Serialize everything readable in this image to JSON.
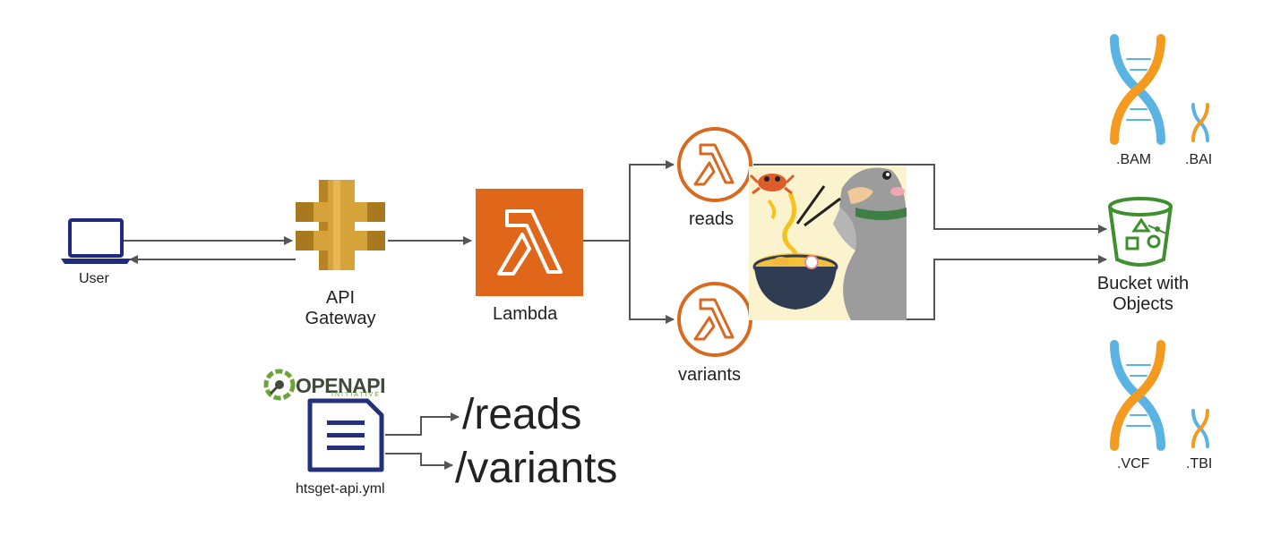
{
  "nodes": {
    "user": "User",
    "api_gateway_line1": "API",
    "api_gateway_line2": "Gateway",
    "lambda": "Lambda",
    "reads": "reads",
    "variants": "variants",
    "bucket_line1": "Bucket with",
    "bucket_line2": "Objects",
    "bam": ".BAM",
    "bai": ".BAI",
    "vcf": ".VCF",
    "tbi": ".TBI",
    "spec_file": "htsget-api.yml",
    "openapi_word": "OPENAPI",
    "openapi_sub": "INITIATIVE",
    "route_reads": "/reads",
    "route_variants": "/variants"
  },
  "colors": {
    "lambda_orange": "#e0661a",
    "lambda_ring": "#d8691f",
    "gateway_gold": "#d6a23a",
    "bucket_green": "#3f8f2f",
    "laptop_navy": "#1f2a80",
    "doc_navy": "#24307a",
    "dna_orange": "#f39a1f",
    "dna_blue": "#5ab4e3",
    "openapi_green": "#6ba539",
    "connector": "#555555"
  },
  "icons": {
    "user": "laptop-icon",
    "gateway": "api-gateway-icon",
    "lambda": "lambda-icon",
    "bucket": "s3-bucket-icon",
    "dna": "dna-icon",
    "spec": "document-icon",
    "illustration": "rust-crab-noodles-illustration"
  }
}
